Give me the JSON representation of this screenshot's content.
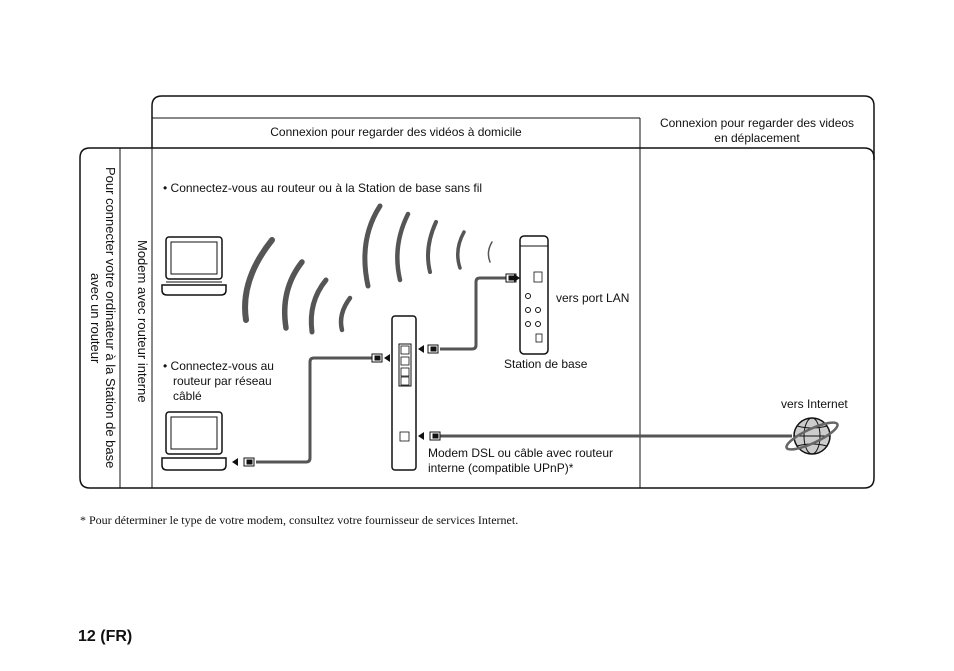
{
  "header": {
    "home_col": "Connexion pour regarder des vidéos à domicile",
    "away_col_line1": "Connexion pour regarder des videos",
    "away_col_line2": "en déplacement"
  },
  "side": {
    "outer_label": "Pour connecter votre ordinateur à la Station de base avec un routeur",
    "inner_label": "Modem avec routeur interne"
  },
  "labels": {
    "wireless_bullet": "Connectez-vous au routeur ou à la Station de base sans fil",
    "wired_line1": "Connectez-vous au",
    "wired_line2": "routeur par réseau",
    "wired_line3": "câblé",
    "lan_port": "vers port LAN",
    "base_station": "Station de base",
    "internet": "vers Internet",
    "modem_line1": "Modem DSL ou câble avec routeur",
    "modem_line2": "interne (compatible UPnP)*"
  },
  "footnote": "* Pour déterminer le type de votre modem, consultez votre fournisseur de services Internet.",
  "page_number": "12 (FR)"
}
